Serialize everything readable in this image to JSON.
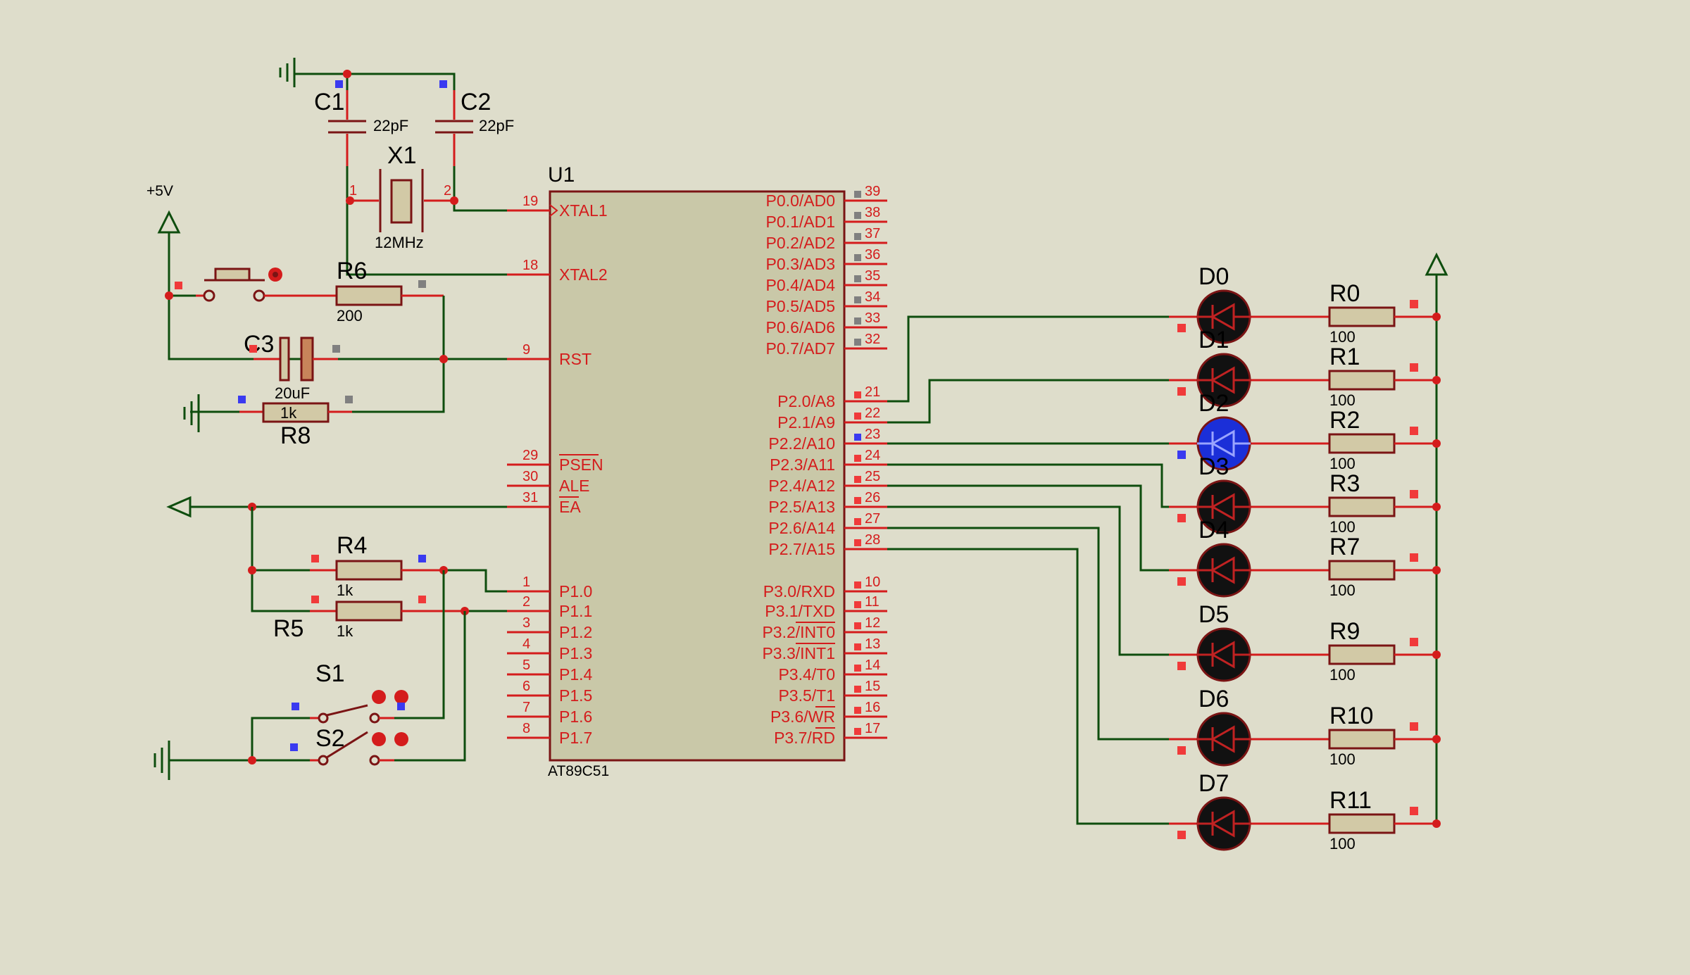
{
  "colors": {
    "background": "#deddcb",
    "wire": "#0e4d0e",
    "pin": "#d41c1c",
    "component_outline": "#7a1414",
    "chip_fill": "#c9c8a8",
    "resistor_fill": "#d2c9a6",
    "led_off": "#111111",
    "led_on": "#1b2fd8",
    "marker_red": "#f03a3a",
    "marker_blue": "#3a3af0",
    "marker_gray": "#808080"
  },
  "chip": {
    "ref": "U1",
    "part": "AT89C51",
    "left_pins": [
      {
        "num": "19",
        "name": "XTAL1"
      },
      {
        "num": "18",
        "name": "XTAL2"
      },
      {
        "num": "9",
        "name": "RST"
      },
      {
        "num": "29",
        "name": "PSEN"
      },
      {
        "num": "30",
        "name": "ALE"
      },
      {
        "num": "31",
        "name": "EA"
      },
      {
        "num": "1",
        "name": "P1.0"
      },
      {
        "num": "2",
        "name": "P1.1"
      },
      {
        "num": "3",
        "name": "P1.2"
      },
      {
        "num": "4",
        "name": "P1.3"
      },
      {
        "num": "5",
        "name": "P1.4"
      },
      {
        "num": "6",
        "name": "P1.5"
      },
      {
        "num": "7",
        "name": "P1.6"
      },
      {
        "num": "8",
        "name": "P1.7"
      }
    ],
    "right_pins": [
      {
        "num": "39",
        "name": "P0.0/AD0"
      },
      {
        "num": "38",
        "name": "P0.1/AD1"
      },
      {
        "num": "37",
        "name": "P0.2/AD2"
      },
      {
        "num": "36",
        "name": "P0.3/AD3"
      },
      {
        "num": "35",
        "name": "P0.4/AD4"
      },
      {
        "num": "34",
        "name": "P0.5/AD5"
      },
      {
        "num": "33",
        "name": "P0.6/AD6"
      },
      {
        "num": "32",
        "name": "P0.7/AD7"
      },
      {
        "num": "21",
        "name": "P2.0/A8"
      },
      {
        "num": "22",
        "name": "P2.1/A9"
      },
      {
        "num": "23",
        "name": "P2.2/A10"
      },
      {
        "num": "24",
        "name": "P2.3/A11"
      },
      {
        "num": "25",
        "name": "P2.4/A12"
      },
      {
        "num": "26",
        "name": "P2.5/A13"
      },
      {
        "num": "27",
        "name": "P2.6/A14"
      },
      {
        "num": "28",
        "name": "P2.7/A15"
      },
      {
        "num": "10",
        "name": "P3.0/RXD"
      },
      {
        "num": "11",
        "name": "P3.1/TXD"
      },
      {
        "num": "12",
        "name": "P3.2/INT0"
      },
      {
        "num": "13",
        "name": "P3.3/INT1"
      },
      {
        "num": "14",
        "name": "P3.4/T0"
      },
      {
        "num": "15",
        "name": "P3.5/T1"
      },
      {
        "num": "16",
        "name": "P3.6/WR"
      },
      {
        "num": "17",
        "name": "P3.7/RD"
      }
    ]
  },
  "oscillator": {
    "c1": {
      "ref": "C1",
      "value": "22pF"
    },
    "c2": {
      "ref": "C2",
      "value": "22pF"
    },
    "crystal": {
      "ref": "X1",
      "value": "12MHz",
      "pin1": "1",
      "pin2": "2"
    }
  },
  "reset": {
    "supply_label": "+5V",
    "r6": {
      "ref": "R6",
      "value": "200"
    },
    "c3": {
      "ref": "C3",
      "value": "20uF"
    },
    "r8": {
      "ref": "R8",
      "value": "1k"
    }
  },
  "inputs": {
    "r4": {
      "ref": "R4",
      "value": "1k"
    },
    "r5": {
      "ref": "R5",
      "value": "1k"
    },
    "s1": {
      "ref": "S1"
    },
    "s2": {
      "ref": "S2"
    }
  },
  "leds": [
    {
      "ref": "D0",
      "resistor": "R0",
      "value": "100",
      "lit": false
    },
    {
      "ref": "D1",
      "resistor": "R1",
      "value": "100",
      "lit": false
    },
    {
      "ref": "D2",
      "resistor": "R2",
      "value": "100",
      "lit": true
    },
    {
      "ref": "D3",
      "resistor": "R3",
      "value": "100",
      "lit": false
    },
    {
      "ref": "D4",
      "resistor": "R7",
      "value": "100",
      "lit": false
    },
    {
      "ref": "D5",
      "resistor": "R9",
      "value": "100",
      "lit": false
    },
    {
      "ref": "D6",
      "resistor": "R10",
      "value": "100",
      "lit": false
    },
    {
      "ref": "D7",
      "resistor": "R11",
      "value": "100",
      "lit": false
    }
  ]
}
